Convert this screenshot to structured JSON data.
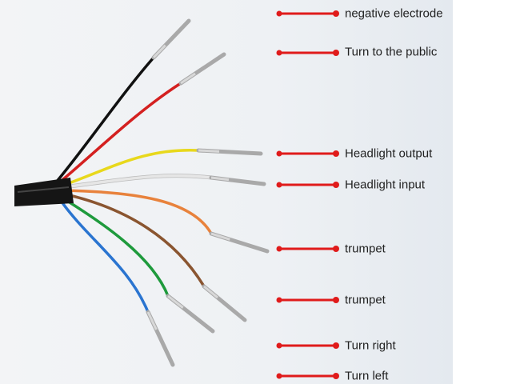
{
  "labels": [
    {
      "text": "negative electrode",
      "wire_color": "#111111"
    },
    {
      "text": "Turn to the public",
      "wire_color": "#d42020"
    },
    {
      "text": "Headlight output",
      "wire_color": "#e8d81c"
    },
    {
      "text": "Headlight input",
      "wire_color": "#e6e6e6"
    },
    {
      "text": "trumpet",
      "wire_color": "#e8823c"
    },
    {
      "text": "trumpet",
      "wire_color": "#8a5530"
    },
    {
      "text": "Turn right",
      "wire_color": "#1e9a3c"
    },
    {
      "text": "Turn left",
      "wire_color": "#2a74d0"
    }
  ],
  "colors": {
    "leader": "#e01b1b",
    "text": "#222222"
  }
}
